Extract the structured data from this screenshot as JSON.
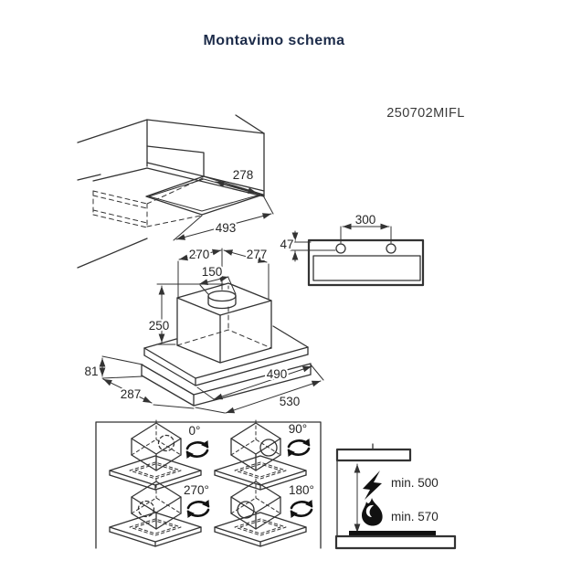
{
  "header": {
    "title": "Montavimo schema",
    "model": "250702MIFL"
  },
  "colors": {
    "title_text": "#1c2b49",
    "line": "#333333",
    "dim_text": "#262626",
    "icon": "#111111",
    "background": "#ffffff"
  },
  "icons": {
    "rotation": "circular-arrows-icon",
    "electric": "lightning-bolt-icon",
    "gas": "flame-icon"
  },
  "cabinet_view": {
    "dim_cutout_depth": "278",
    "dim_cutout_width": "493"
  },
  "mount_view": {
    "dim_hole_spacing": "300",
    "dim_hole_offset": "47"
  },
  "hood_view": {
    "dim_top_left": "270",
    "dim_top_right": "277",
    "dim_duct_diameter": "150",
    "dim_body_height": "250",
    "dim_base_height": "81",
    "dim_base_depth": "287",
    "dim_body_width": "490",
    "dim_base_width": "530"
  },
  "rotation_view": {
    "angles": [
      "0°",
      "90°",
      "270°",
      "180°"
    ]
  },
  "clearance_view": {
    "electric_min": "min. 500",
    "gas_min": "min. 570"
  }
}
